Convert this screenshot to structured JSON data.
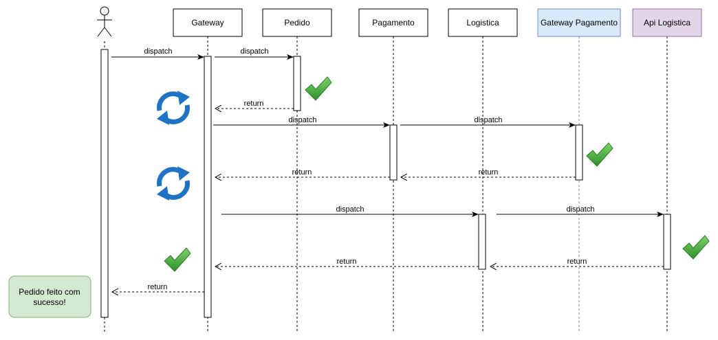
{
  "participants": [
    {
      "id": "actor",
      "label": "",
      "kind": "actor"
    },
    {
      "id": "gateway",
      "label": "Gateway",
      "kind": "box",
      "fill": "#ffffff",
      "stroke": "#000000"
    },
    {
      "id": "pedido",
      "label": "Pedido",
      "kind": "box",
      "fill": "#ffffff",
      "stroke": "#000000"
    },
    {
      "id": "pagamento",
      "label": "Pagamento",
      "kind": "box",
      "fill": "#ffffff",
      "stroke": "#000000"
    },
    {
      "id": "logistica",
      "label": "Logistica",
      "kind": "box",
      "fill": "#ffffff",
      "stroke": "#000000"
    },
    {
      "id": "gateway-pagamento",
      "label": "Gateway Pagamento",
      "kind": "box",
      "fill": "#dae8fc",
      "stroke": "#6c8ebf"
    },
    {
      "id": "api-logistica",
      "label": "Api Logistica",
      "kind": "box",
      "fill": "#e1d5e7",
      "stroke": "#9673a6"
    }
  ],
  "messages": [
    {
      "id": "m1",
      "label": "dispatch",
      "type": "call",
      "from": "actor",
      "to": "gateway"
    },
    {
      "id": "m2",
      "label": "dispatch",
      "type": "call",
      "from": "gateway",
      "to": "pedido"
    },
    {
      "id": "m3",
      "label": "return",
      "type": "return",
      "from": "pedido",
      "to": "gateway"
    },
    {
      "id": "m4",
      "label": "dispatch",
      "type": "call",
      "from": "gateway",
      "to": "pagamento"
    },
    {
      "id": "m5",
      "label": "dispatch",
      "type": "call",
      "from": "pagamento",
      "to": "gateway-pagamento"
    },
    {
      "id": "m6",
      "label": "return",
      "type": "return",
      "from": "pagamento",
      "to": "gateway"
    },
    {
      "id": "m7",
      "label": "return",
      "type": "return",
      "from": "gateway-pagamento",
      "to": "pagamento"
    },
    {
      "id": "m8",
      "label": "dispatch",
      "type": "call",
      "from": "gateway",
      "to": "logistica"
    },
    {
      "id": "m9",
      "label": "dispatch",
      "type": "call",
      "from": "logistica",
      "to": "api-logistica"
    },
    {
      "id": "m10",
      "label": "return",
      "type": "return",
      "from": "logistica",
      "to": "gateway"
    },
    {
      "id": "m11",
      "label": "return",
      "type": "return",
      "from": "api-logistica",
      "to": "logistica"
    },
    {
      "id": "m12",
      "label": "return",
      "type": "return",
      "from": "gateway",
      "to": "actor"
    }
  ],
  "note": {
    "lines": [
      "Pedido feito com",
      "sucesso!"
    ],
    "fill": "#d5e8d4",
    "stroke": "#82b366"
  },
  "colors": {
    "check": "#3aa335",
    "refresh": "#1f73c4"
  },
  "icons": {
    "check": "check-icon",
    "refresh": "refresh-icon"
  }
}
